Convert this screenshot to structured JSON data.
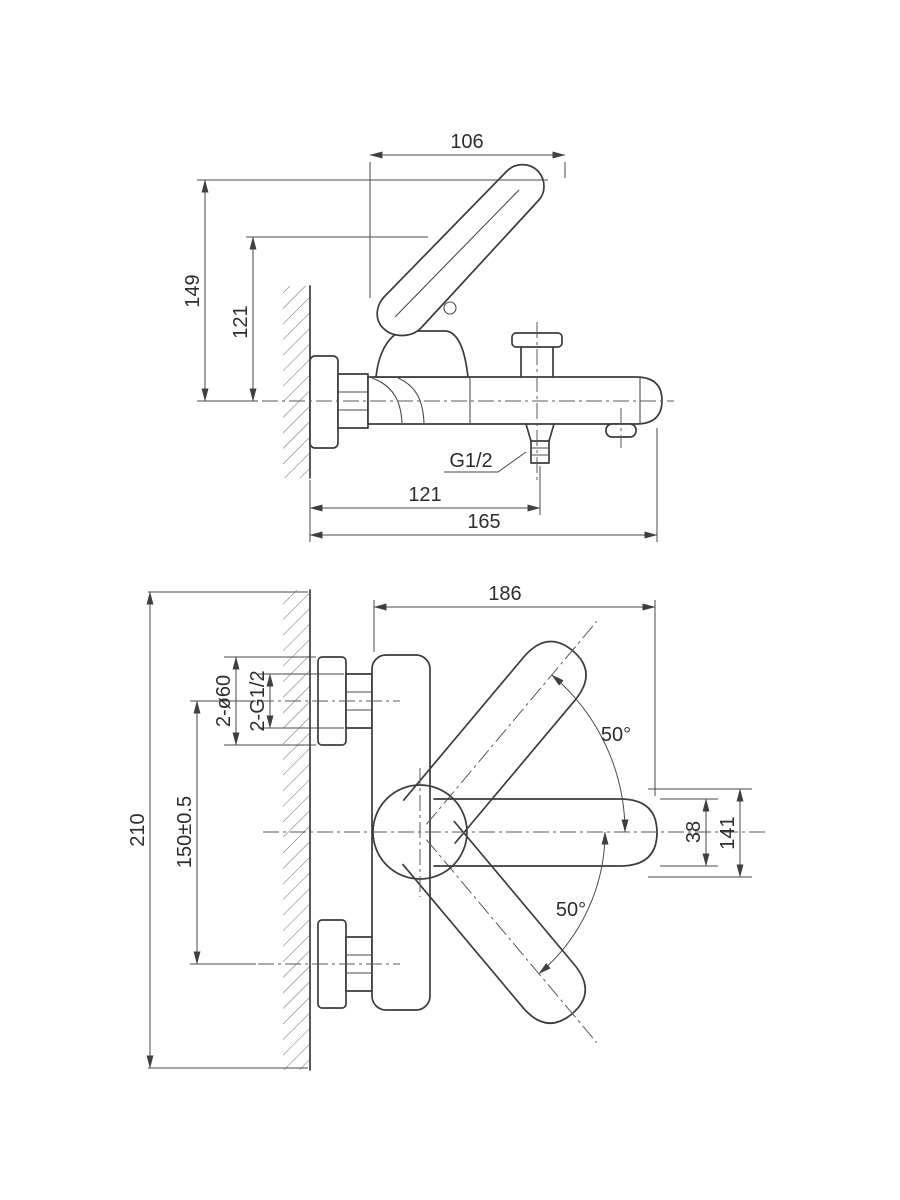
{
  "drawing": {
    "side_view": {
      "dim_top_width": "106",
      "dim_height_total": "149",
      "dim_height_body": "121",
      "thread_label": "G1/2",
      "dim_depth_spout": "121",
      "dim_depth_total": "165"
    },
    "front_view": {
      "dim_width_total": "186",
      "flange_label": "2-ø60",
      "thread_label": "2-G1/2",
      "dim_mount_distance": "150±0.5",
      "dim_height_total": "210",
      "dim_handle_height": "38",
      "dim_handle_span": "141",
      "angle_upper": "50°",
      "angle_lower": "50°"
    }
  }
}
